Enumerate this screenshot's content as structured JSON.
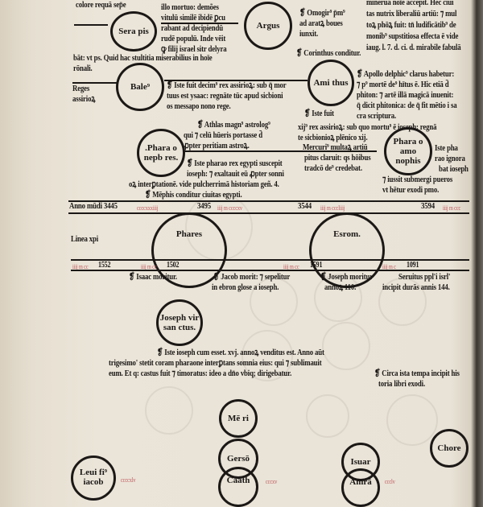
{
  "top_left": {
    "line0": "colore requā sep̄e"
  },
  "top_mid": [
    "illo mortuo: demões",
    "vitulū similē ibidē ꝑcu",
    "rabant ad decipiendū",
    "rudē populū. Inde vēit",
    "ꝙ filij israel sitr delyra"
  ],
  "top_wide": [
    "bāt: vt ps. Quid hac stultitia miserabilius in hoīe",
    "rōnali."
  ],
  "top_right": [
    "minerua noīe accepit. Hec ciui",
    "tas nutrix liberaliū artiū: ⁊ mul",
    "toꝝ phōꝝ fuit: tn̄ ludificātib⁹ de",
    "monib⁹ supstitiosa effecta ē vide",
    "iaug. l. 7. d. ci. d. mirabile fabulā"
  ],
  "argus_note": [
    "❡ Omogir⁹ p̄m⁹",
    "ad aratꝝ boues",
    "iunxit."
  ],
  "corinthus": "❡ Corinthus conditur.",
  "reges": [
    "Reges",
    "assirioꝝ"
  ],
  "bale_note": [
    "❡ Iste fuit decim⁹ rex assirioꝝ: sub q̄ mor",
    "tuus est ysaac: regnāte tūc apud sicbioni",
    "os messapo nono rege."
  ],
  "apollo": [
    "❡ Apollo delphic⁹ clarus habetur:",
    "⁊ p⁹ mortē de⁹ hītus ē. Hic etiā d̄",
    "phiton: ⁊ artē illā magicā inuenit:",
    "q̄ dicit phitonica: de q̄ fit mētio i sa",
    "cra scriptura."
  ],
  "amithus_note": [
    "❡ Iste fuit",
    "xij⁹ rex assirioꝝ: sub quo mortu⁹ ē ioseph: regnā",
    "te sicbionioꝝ plēnico xij."
  ],
  "athlas": [
    "❡ Athlas magn⁹ astrolog⁹",
    "qui ⁊ celū hūeris portasse d̄",
    "ꝓpter peritiam astroꝝ."
  ],
  "mercurius": [
    "Mercuri⁹ multaꝝ artiū",
    "pitus claruit: qs hōibus",
    "tradcō de⁹ credebat."
  ],
  "pharao_note": [
    "❡ Iste pharao rex egypti suscepit",
    "ioseph: ⁊ exaltauit eū ꝓpter sonni",
    "oꝝ interꝑtationē. vide pulcherrimā historiam geñ. 4.",
    "❡ Mēphis conditur ciuitas egypti."
  ],
  "amonophis_note": [
    "Iste pha",
    "rao ignora",
    "bat ioseph",
    "⁊ iussit submergi pueros",
    "vt hētur exodi pmo."
  ],
  "circles": {
    "serapis": "Sera pis",
    "argus": "Argus",
    "bale": "Bale⁹",
    "amithus": "Ami thus",
    "pharao_nephres": ".Phara o nepb res.",
    "pharao_amonophis": "Phara o amo nophis",
    "phares": "Phares",
    "esrom": "Esrom.",
    "joseph": "Joseph vir san ctus.",
    "meri": "Mē ri",
    "gerson": "Gersō",
    "isuar": "Isuar",
    "chore": "Chore",
    "levi": "Leui fi⁹ iacob",
    "caath": "Caath",
    "amram": "Amrā"
  },
  "anno": {
    "label": "Anno mūdi 3445",
    "y2": "3495",
    "y3": "3544",
    "y4": "3594",
    "red1": "ccccxxxiiij",
    "red2": "iiij m ccccxv",
    "red3": "iiij m cccliiij",
    "red4": "iiij m ccc"
  },
  "linea": "Linea xpi",
  "lower_years": {
    "a": "1552",
    "b": "1502",
    "c": "1591",
    "d": "1091",
    "ra": "iiij m cc",
    "rb": "iiij m cc",
    "rc": "iiij m cc",
    "rd": "iiij m c"
  },
  "deaths": {
    "isaac": "❡ Isaac moritur.",
    "jacob": [
      "❡ Jacob morit: ⁊ sepelitur",
      "in ebron glose a ioseph."
    ],
    "joseph": [
      "❡ Joseph moritur",
      "annoꝝ 110."
    ],
    "servitus": [
      "Seruitus ppl'i isrl'",
      "incipit durās annis 144."
    ]
  },
  "joseph_note": [
    "❡ Iste ioseph cum esset. xvj. annoꝝ venditus est. Anno aūt",
    "trigesimo' stetit coram pharaone interꝑtans somnia eius: qui ⁊ sublimauit",
    "eum. Et q: castus fuit ⁊ timoratus: ideo a dn̄o vbiq; dirigebatur."
  ],
  "exodus": [
    "❡ Circa ista tempa incipit his",
    "toria libri exodi."
  ],
  "bottom_red": [
    "ccccxlv",
    "cccxv",
    "ccclv"
  ]
}
